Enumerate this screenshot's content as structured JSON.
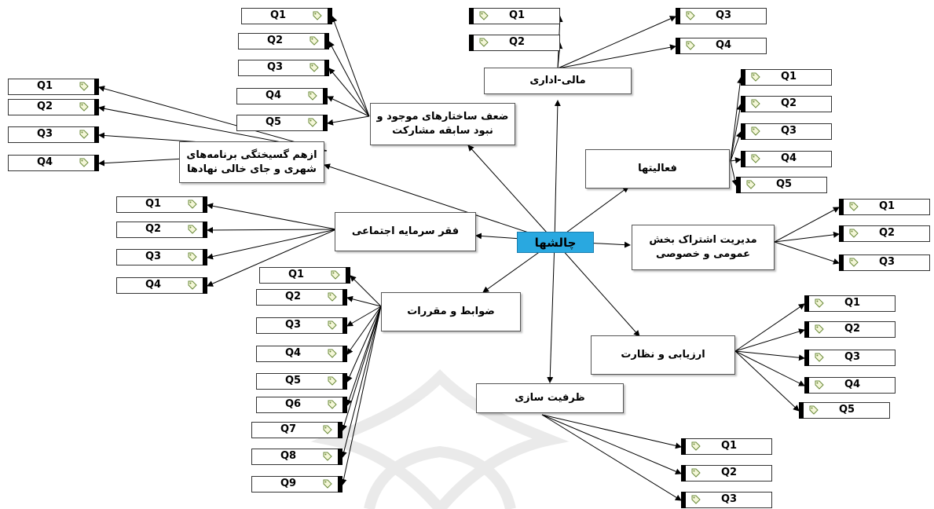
{
  "center": {
    "label": "چالشها"
  },
  "categories": [
    {
      "id": "maali",
      "label": "مالی-اداری",
      "questions": [
        "Q1",
        "Q2",
        "Q3",
        "Q4"
      ]
    },
    {
      "id": "zaaf",
      "label": "ضعف ساختارهای موجود و نبود سابقه مشارکت",
      "questions": [
        "Q1",
        "Q2",
        "Q3",
        "Q4",
        "Q5"
      ]
    },
    {
      "id": "gosikhtegi",
      "label": "ازهم گسیختگی برنامه‌های شهری و جای خالی نهادها",
      "questions": [
        "Q1",
        "Q2",
        "Q3",
        "Q4"
      ]
    },
    {
      "id": "faaliyat",
      "label": "فعالیتها",
      "questions": [
        "Q1",
        "Q2",
        "Q3",
        "Q4",
        "Q5"
      ]
    },
    {
      "id": "faghr",
      "label": "فقر سرمایه اجتماعی",
      "questions": [
        "Q1",
        "Q2",
        "Q3",
        "Q4"
      ]
    },
    {
      "id": "modiriat",
      "label": "مدیریت اشتراک بخش عمومی و خصوصی",
      "questions": [
        "Q1",
        "Q2",
        "Q3"
      ]
    },
    {
      "id": "zavabet",
      "label": "ضوابط و مقررات",
      "questions": [
        "Q1",
        "Q2",
        "Q3",
        "Q4",
        "Q5",
        "Q6",
        "Q7",
        "Q8",
        "Q9"
      ]
    },
    {
      "id": "arzyabi",
      "label": "ارزیابی و نظارت",
      "questions": [
        "Q1",
        "Q2",
        "Q3",
        "Q4",
        "Q5"
      ]
    },
    {
      "id": "zarfiat",
      "label": "ظرفیت سازی",
      "questions": [
        "Q1",
        "Q2",
        "Q3"
      ]
    }
  ]
}
